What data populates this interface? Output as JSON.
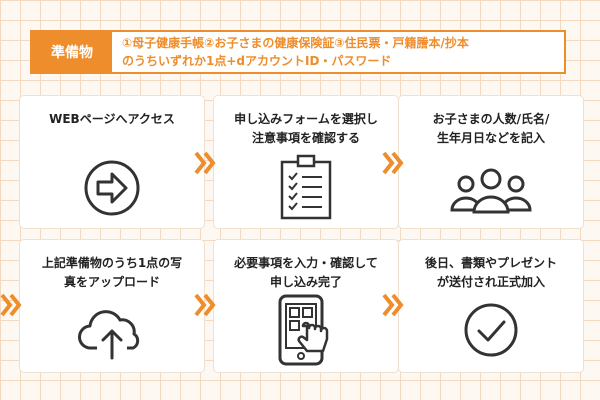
{
  "header": {
    "label": "準備物",
    "line1": "①母子健康手帳②お子さまの健康保険証③住民票・戸籍謄本/抄本",
    "line2": "のうちいずれか1点+dアカウントID・パスワード"
  },
  "steps": [
    {
      "line1": "WEBページへアクセス",
      "line2": "",
      "icon": "arrow-circle-icon"
    },
    {
      "line1": "申し込みフォームを選択し",
      "line2": "注意事項を確認する",
      "icon": "checklist-icon"
    },
    {
      "line1": "お子さまの人数/氏名/",
      "line2": "生年月日などを記入",
      "icon": "people-icon"
    },
    {
      "line1": "上記準備物のうち1点の写",
      "line2": "真をアップロード",
      "icon": "cloud-upload-icon"
    },
    {
      "line1": "必要事項を入力・確認して",
      "line2": "申し込み完了",
      "icon": "smartphone-tap-icon"
    },
    {
      "line1": "後日、書類やプレゼント",
      "line2": "が送付され正式加入",
      "icon": "check-circle-icon"
    }
  ],
  "colors": {
    "accent": "#ee8d2c",
    "icon": "#333333"
  }
}
